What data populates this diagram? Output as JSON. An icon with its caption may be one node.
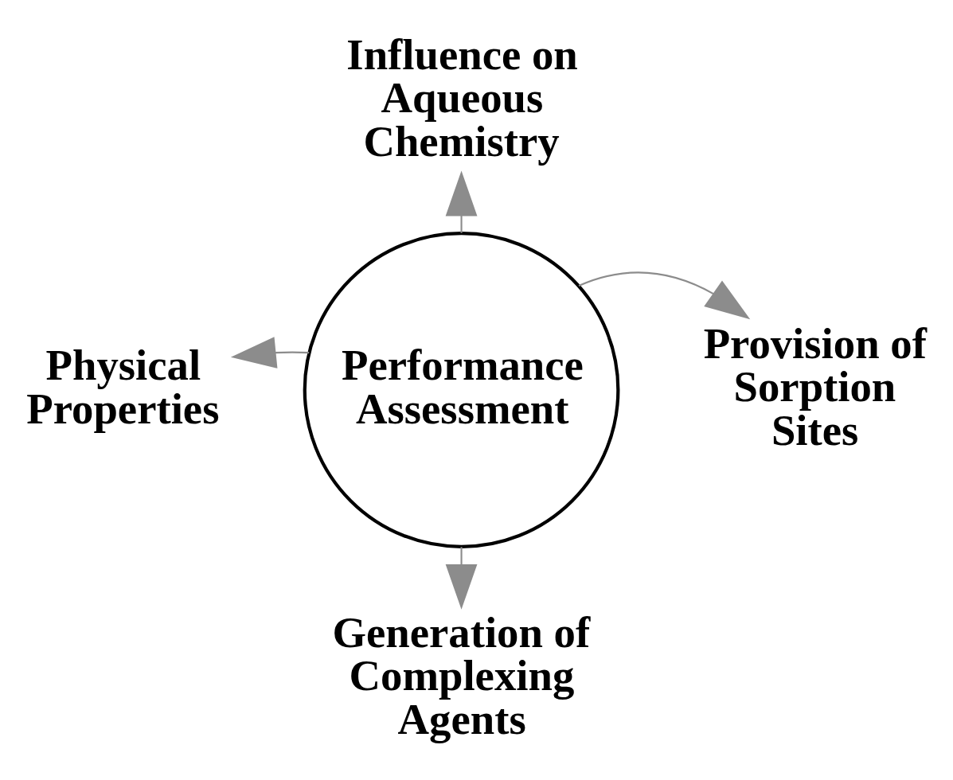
{
  "diagram": {
    "nodes": [
      {
        "text": [
          "Influence on Aqueous Chemistry"
        ]
      },
      {
        "text": [
          "Physical Properties"
        ]
      },
      {
        "text": [
          "Performance Assessment"
        ]
      },
      {
        "text": [
          "Provision of Sorption Sites"
        ]
      },
      {
        "text": [
          "Generation of Complexing Agents"
        ]
      }
    ],
    "edges": [
      {
        "from": 2,
        "to": 0,
        "arrow": "to",
        "color": "#8c8c8c"
      },
      {
        "from": 2,
        "to": 1,
        "arrow": "to",
        "color": "#8c8c8c"
      },
      {
        "from": 2,
        "to": 3,
        "arrow": "to",
        "color": "#8c8c8c"
      },
      {
        "from": 2,
        "to": 4,
        "arrow": "to",
        "color": "#8c8c8c"
      }
    ]
  }
}
